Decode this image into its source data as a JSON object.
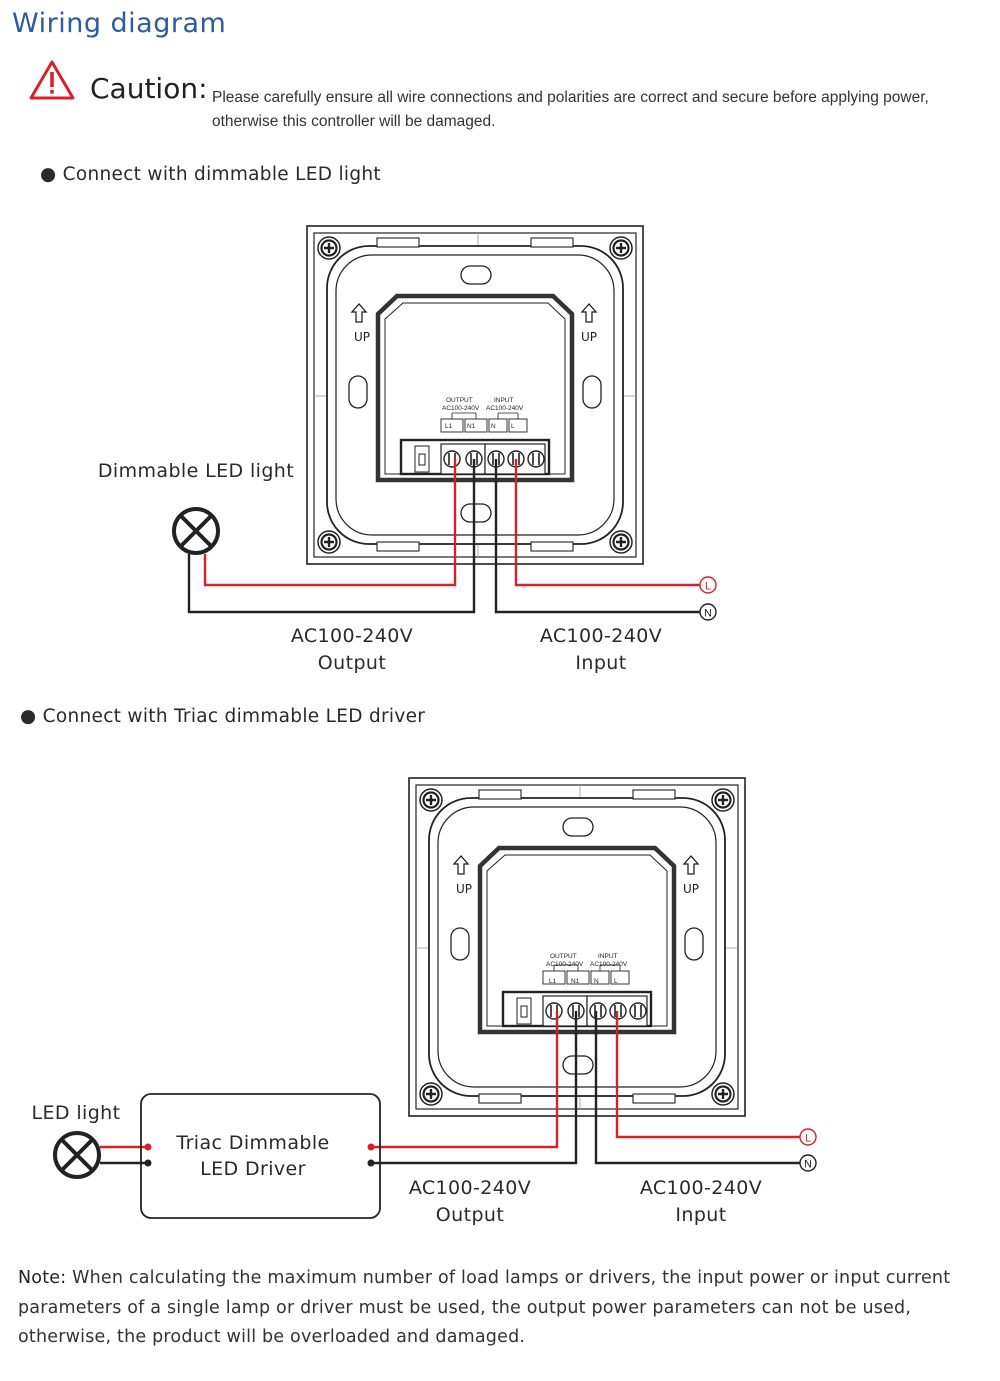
{
  "title": "Wiring diagram",
  "caution": {
    "word": "Caution:",
    "text": "Please carefully ensure all wire connections and polarities are correct and secure before applying power, otherwise this controller will be damaged."
  },
  "section1": {
    "bullet": "● Connect with dimmable LED light",
    "lamp_label": "Dimmable LED light",
    "output_label": [
      "AC100-240V",
      "Output"
    ],
    "input_label": [
      "AC100-240V",
      "Input"
    ]
  },
  "section2": {
    "bullet": "● Connect with Triac dimmable LED driver",
    "lamp_label": "LED light",
    "driver_label": [
      "Triac Dimmable",
      "LED Driver"
    ],
    "output_label": [
      "AC100-240V",
      "Output"
    ],
    "input_label": [
      "AC100-240V",
      "Input"
    ]
  },
  "panel": {
    "up_text": "UP",
    "output_header": "OUTPUT",
    "output_rating": "AC100-240V",
    "input_header": "INPUT",
    "input_rating": "AC100-240V",
    "terminals": [
      "L1",
      "N1",
      "N",
      "L"
    ]
  },
  "terminals_labels": {
    "live": "L",
    "neutral": "N"
  },
  "note": {
    "prefix": "Note:",
    "text": " When calculating the maximum number of load lamps or drivers, the input power or input current parameters of a single lamp or driver must be used, the output power parameters can not be used, otherwise, the product will be overloaded and damaged."
  },
  "colors": {
    "title": "#2b5c9e",
    "live_wire": "#d8202a",
    "neutral_wire": "#222222",
    "warning": "#d8202a"
  },
  "icons": [
    "warning-triangle-icon",
    "lamp-icon",
    "screw-icon",
    "up-arrow-icon"
  ]
}
